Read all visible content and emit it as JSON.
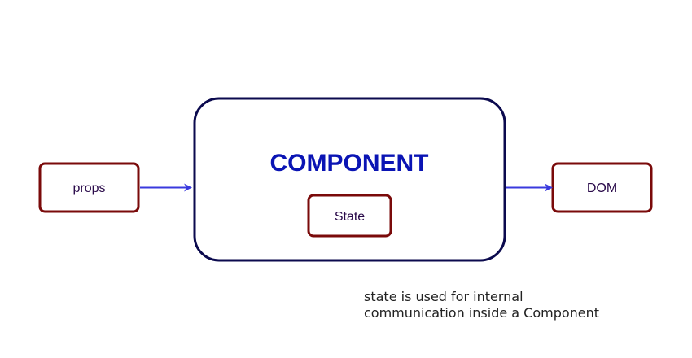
{
  "diagram": {
    "component": {
      "title": "COMPONENT"
    },
    "state": {
      "label": "State"
    },
    "props": {
      "label": "props"
    },
    "dom": {
      "label": "DOM"
    },
    "note": {
      "line1": "state is used for internal",
      "line2": "communication inside a Component"
    },
    "edges": [
      {
        "from": "props",
        "to": "component"
      },
      {
        "from": "component",
        "to": "dom"
      }
    ]
  },
  "colors": {
    "component_border": "#0b0a4e",
    "box_border": "#7a0a0a",
    "title": "#0a14b4",
    "arrow": "#3a3ade",
    "label_text": "#2a0a4a",
    "note_text": "#222222"
  }
}
